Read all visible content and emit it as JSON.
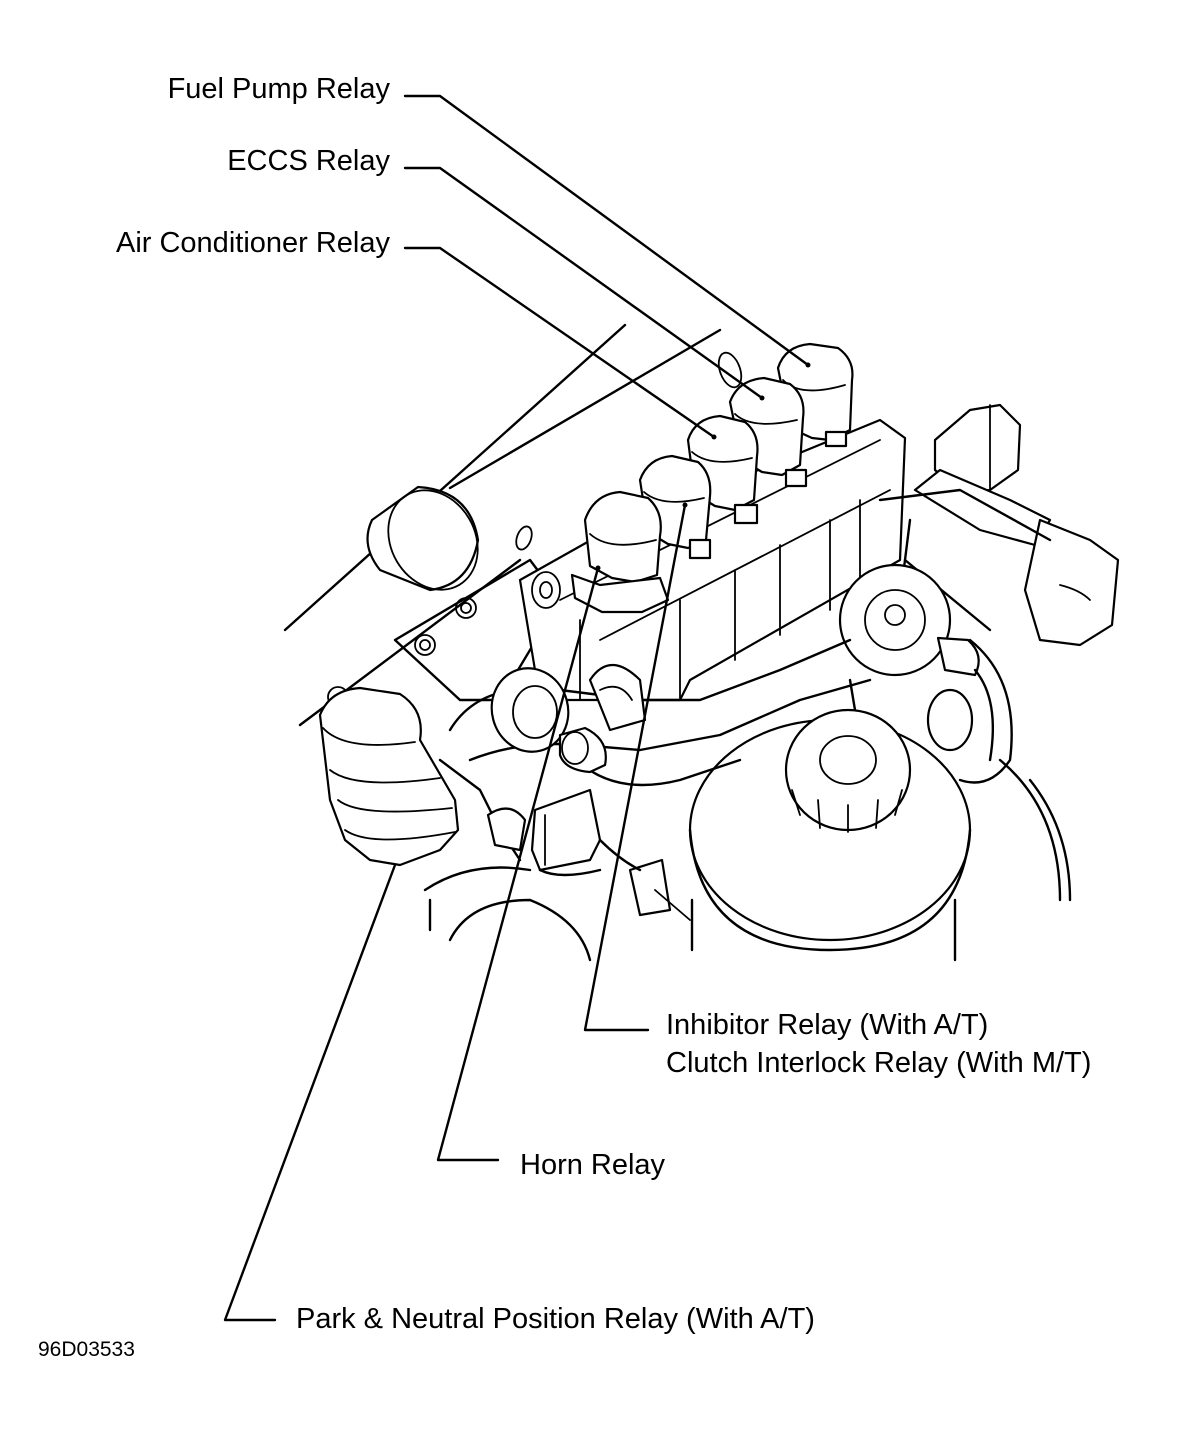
{
  "labels": {
    "fuel_pump_relay": "Fuel Pump Relay",
    "eccs_relay": "ECCS Relay",
    "air_conditioner_relay": "Air Conditioner Relay",
    "inhibitor_relay": "Inhibitor Relay (With A/T)",
    "clutch_interlock_relay": "Clutch Interlock Relay (With M/T)",
    "horn_relay": "Horn Relay",
    "park_neutral_relay": "Park & Neutral Position Relay (With A/T)"
  },
  "figure_code": "96D03533"
}
